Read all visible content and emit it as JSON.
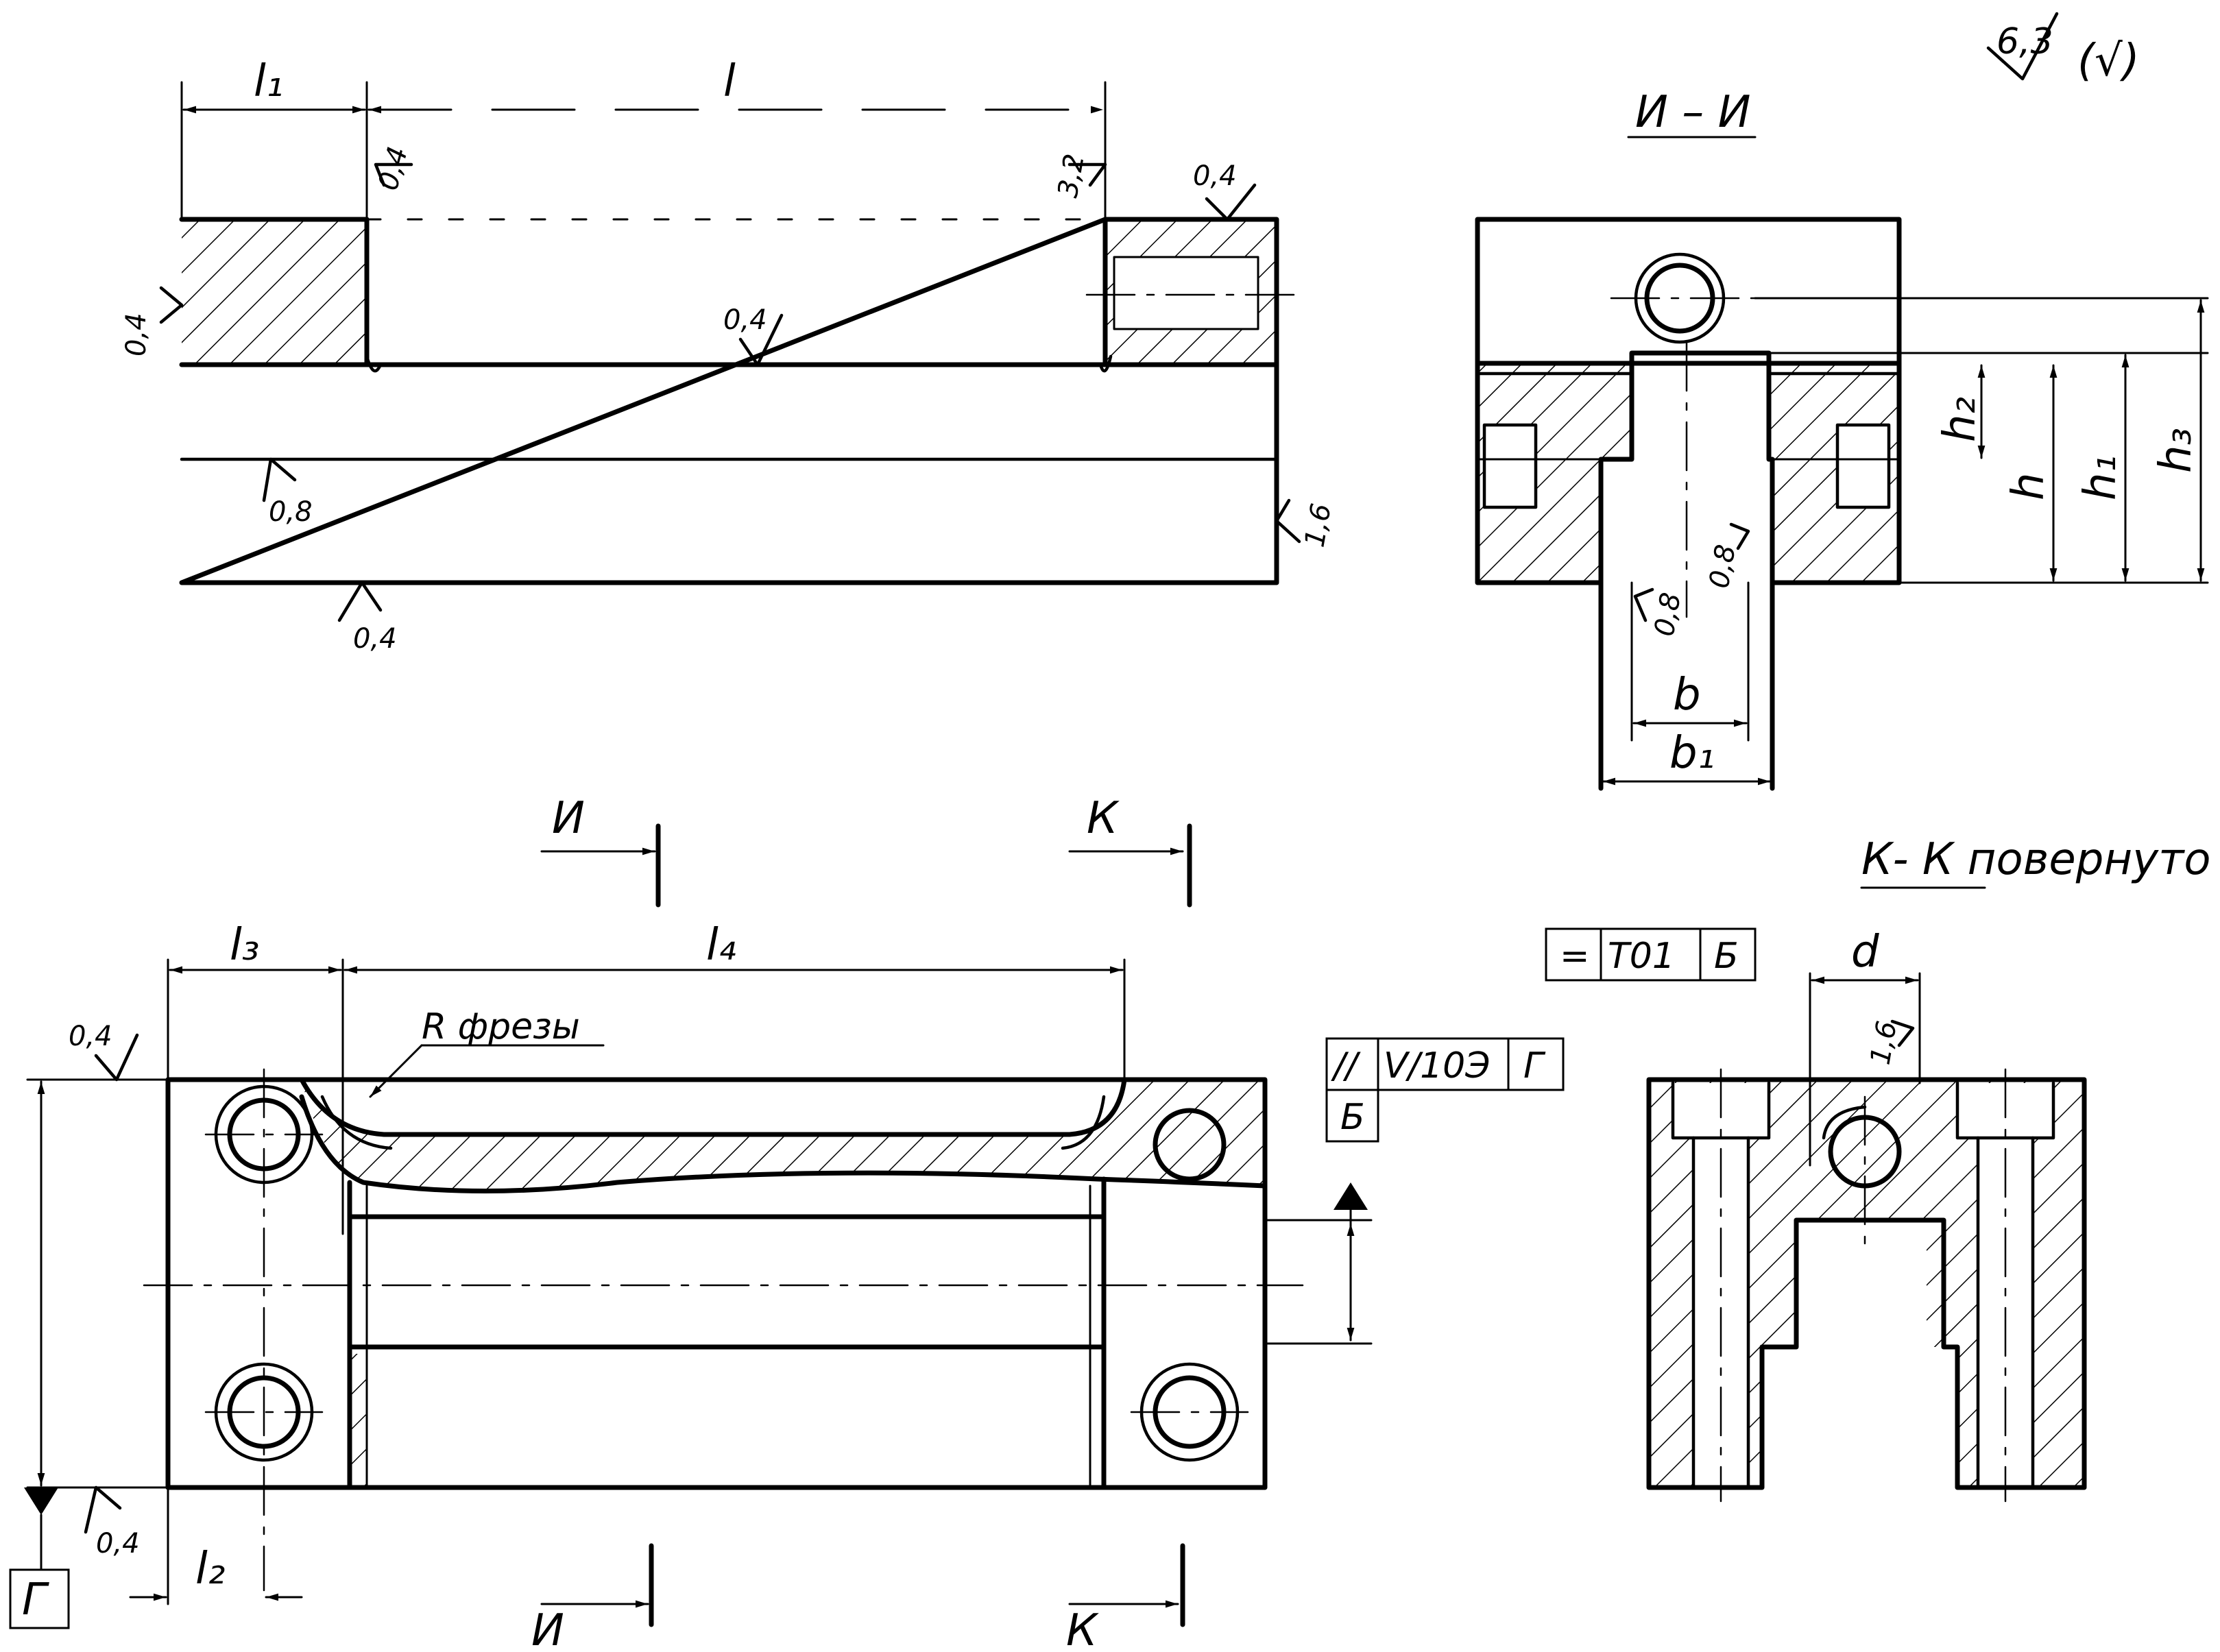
{
  "general_roughness": {
    "value": "6,3",
    "extra": "(√)"
  },
  "dimensions": {
    "l1": "l₁",
    "l": "l",
    "l2": "l₂",
    "l3": "l₃",
    "l4": "l₄",
    "h": "h",
    "h1": "h₁",
    "h2": "h₂",
    "h3": "h₃",
    "b": "b",
    "b1": "b₁",
    "d": "d"
  },
  "roughness": {
    "top_l1": "0,4",
    "top_32": "3,2",
    "top_right": "0,4",
    "left_side": "0,4",
    "mid_slot": "0,4",
    "mid_08": "0,8",
    "right_16": "1,6",
    "bottom_04": "0,4",
    "sec_08a": "0,8",
    "sec_08b": "0,8",
    "plan_top": "0,4",
    "plan_bottom": "0,4",
    "kk_16": "1,6"
  },
  "sections": {
    "ii_title": "И – И",
    "kk_title": "К- К повернуто",
    "cut_i": "И",
    "cut_k": "К"
  },
  "notes": {
    "cutter_radius": "R фрезы"
  },
  "tolerances": {
    "symmetry": {
      "symbol": "=",
      "value": "Т01",
      "datum": "Б"
    },
    "parallelism": {
      "symbol": "//",
      "value": "V/10Э",
      "datum": "Г",
      "base": "Б"
    }
  },
  "datums": {
    "g": "Г"
  }
}
